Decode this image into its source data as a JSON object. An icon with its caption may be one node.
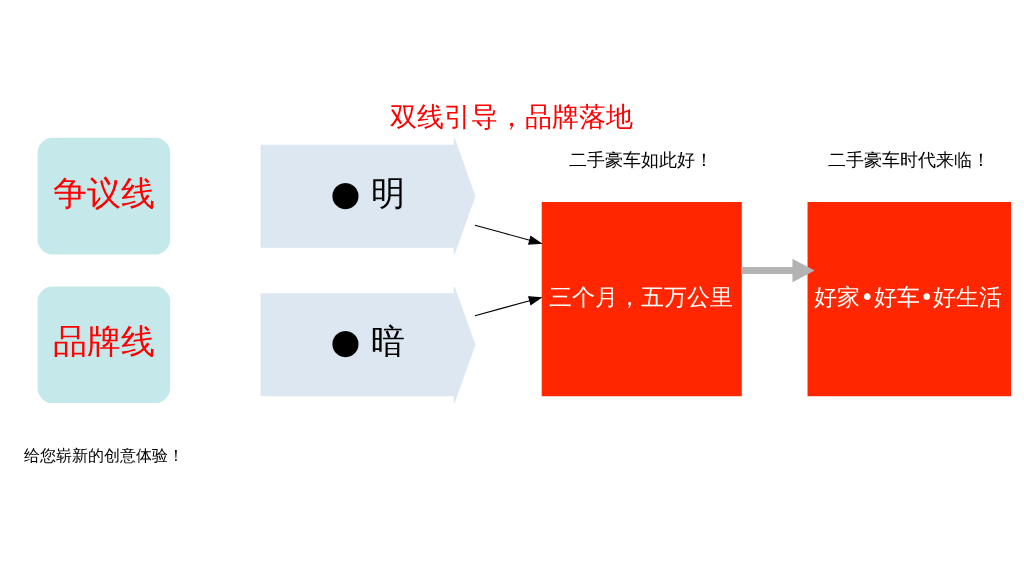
{
  "diagram": {
    "title": "双线引导，品牌落地",
    "nodes": [
      {
        "text": [
          "争议线"
        ]
      },
      {
        "text": [
          "● 明"
        ]
      },
      {
        "text": [
          "品牌线"
        ]
      },
      {
        "text": [
          "● 暗"
        ]
      },
      {
        "text": [
          "三个月，五万公里"
        ],
        "beside": [
          "二手豪车如此好！"
        ]
      },
      {
        "text": [
          "好家•好车•好生活"
        ],
        "beside": [
          "二手豪车时代来临！"
        ]
      }
    ],
    "edges": [
      {
        "from": 1,
        "to": 4,
        "arrow": "to"
      },
      {
        "from": 3,
        "to": 4,
        "arrow": "to"
      },
      {
        "from": 4,
        "to": 5,
        "arrow": "to",
        "style": "thick",
        "color": "#b3b3b3"
      }
    ],
    "labels": [
      "给您崭新的创意体验！"
    ]
  }
}
